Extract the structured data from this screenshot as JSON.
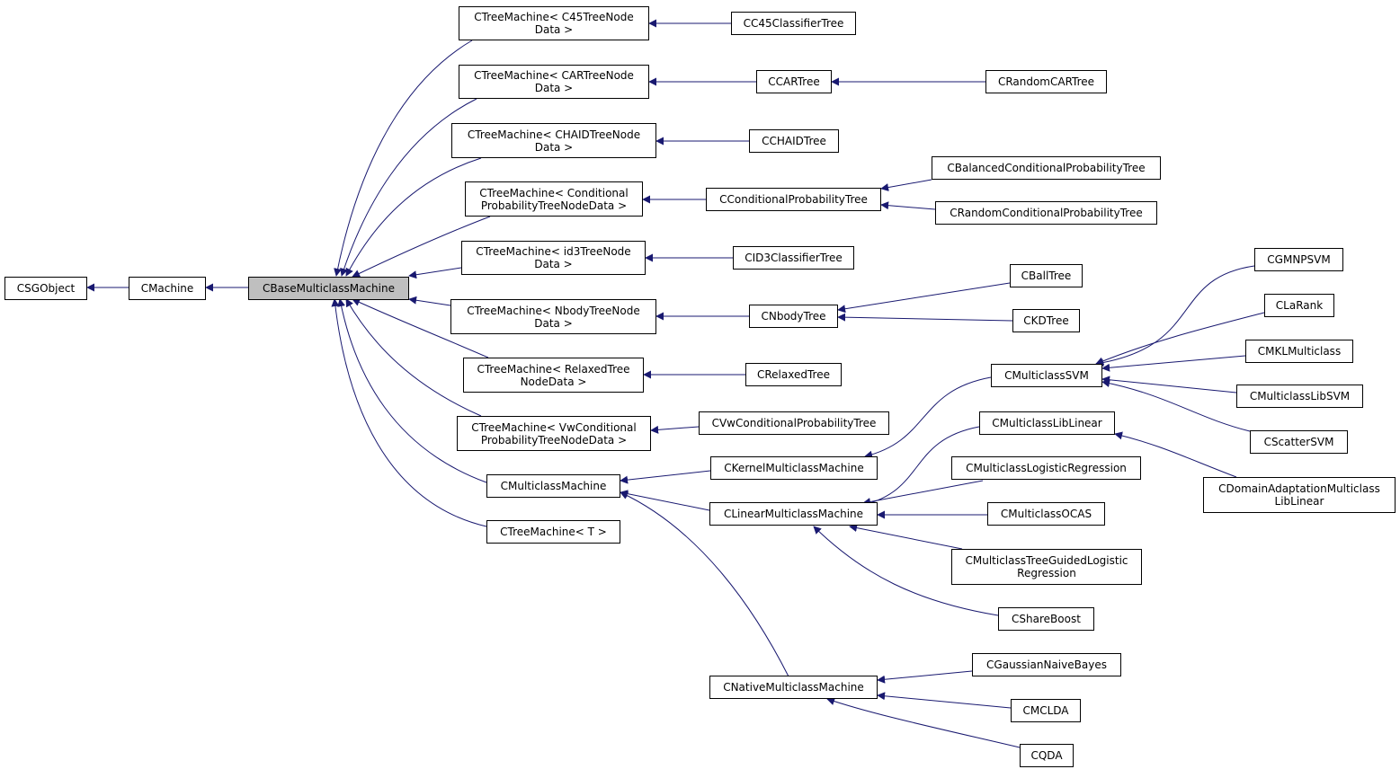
{
  "colors": {
    "edge": "#191970",
    "node_border": "#000000",
    "current_fill": "#bfbfbf"
  },
  "nodes": {
    "csgobject": "CSGObject",
    "cmachine": "CMachine",
    "cbasemulticlassmachine": "CBaseMulticlassMachine",
    "tm_c45": "CTreeMachine< C45TreeNode\nData >",
    "tm_cart": "CTreeMachine< CARTreeNode\nData >",
    "tm_chaid": "CTreeMachine< CHAIDTreeNode\nData >",
    "tm_cond": "CTreeMachine< Conditional\nProbabilityTreeNodeData >",
    "tm_id3": "CTreeMachine< id3TreeNode\nData >",
    "tm_nbody": "CTreeMachine< NbodyTreeNode\nData >",
    "tm_relaxed": "CTreeMachine< RelaxedTree\nNodeData >",
    "tm_vw": "CTreeMachine< VwConditional\nProbabilityTreeNodeData >",
    "cmulticlassmachine": "CMulticlassMachine",
    "tm_t": "CTreeMachine< T >",
    "cc45classifiertree": "CC45ClassifierTree",
    "ccartree": "CCARTree",
    "crandomcartree": "CRandomCARTree",
    "cchaidtree": "CCHAIDTree",
    "cconditionalprobabilitytree": "CConditionalProbabilityTree",
    "cbalancedconditionalprobabilitytree": "CBalancedConditionalProbabilityTree",
    "crandomconditionalprobabilitytree": "CRandomConditionalProbabilityTree",
    "cid3classifiertree": "CID3ClassifierTree",
    "cnbodytree": "CNbodyTree",
    "cballtree": "CBallTree",
    "ckdtree": "CKDTree",
    "crelaxedtree": "CRelaxedTree",
    "cvwconditionalprobabilitytree": "CVwConditionalProbabilityTree",
    "ckernelmulticlassmachine": "CKernelMulticlassMachine",
    "clinearmulticlassmachine": "CLinearMulticlassMachine",
    "cnativemulticlassmachine": "CNativeMulticlassMachine",
    "cmulticlasssvm": "CMulticlassSVM",
    "cgmnpsvm": "CGMNPSVM",
    "clarank": "CLaRank",
    "cmklmulticlass": "CMKLMulticlass",
    "cmulticlasslibsvm": "CMulticlassLibSVM",
    "cscattersvm": "CScatterSVM",
    "cmulticlasslibLinear": "CMulticlassLibLinear",
    "cdomainadaptationmulticlasslibLinear": "CDomainAdaptationMulticlass\nLibLinear",
    "cmulticlasslogisticregression": "CMulticlassLogisticRegression",
    "cmulticlassocas": "CMulticlassOCAS",
    "cmulticlasstreeguidedlogisticregression": "CMulticlassTreeGuidedLogistic\nRegression",
    "csharebosst": "CShareBoost",
    "cgaussiannaivebayes": "CGaussianNaiveBayes",
    "cmclda": "CMCLDA",
    "cqda": "CQDA"
  }
}
